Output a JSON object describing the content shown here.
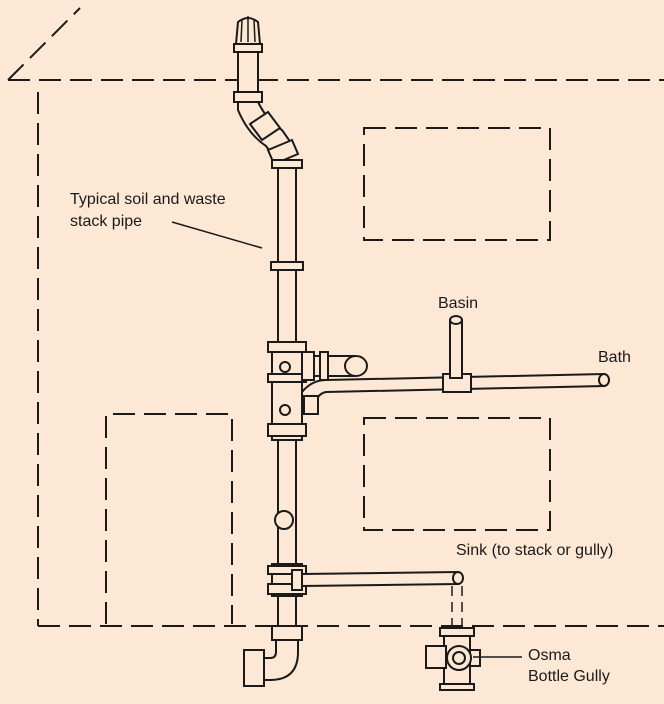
{
  "labels": {
    "stack": [
      "Typical soil and waste",
      "stack pipe"
    ],
    "basin": "Basin",
    "bath": "Bath",
    "sink": "Sink (to stack or gully)",
    "gully": [
      "Osma",
      "Bottle Gully"
    ]
  },
  "colors": {
    "background": "#fce8d4",
    "line": "#1a1a1a"
  }
}
